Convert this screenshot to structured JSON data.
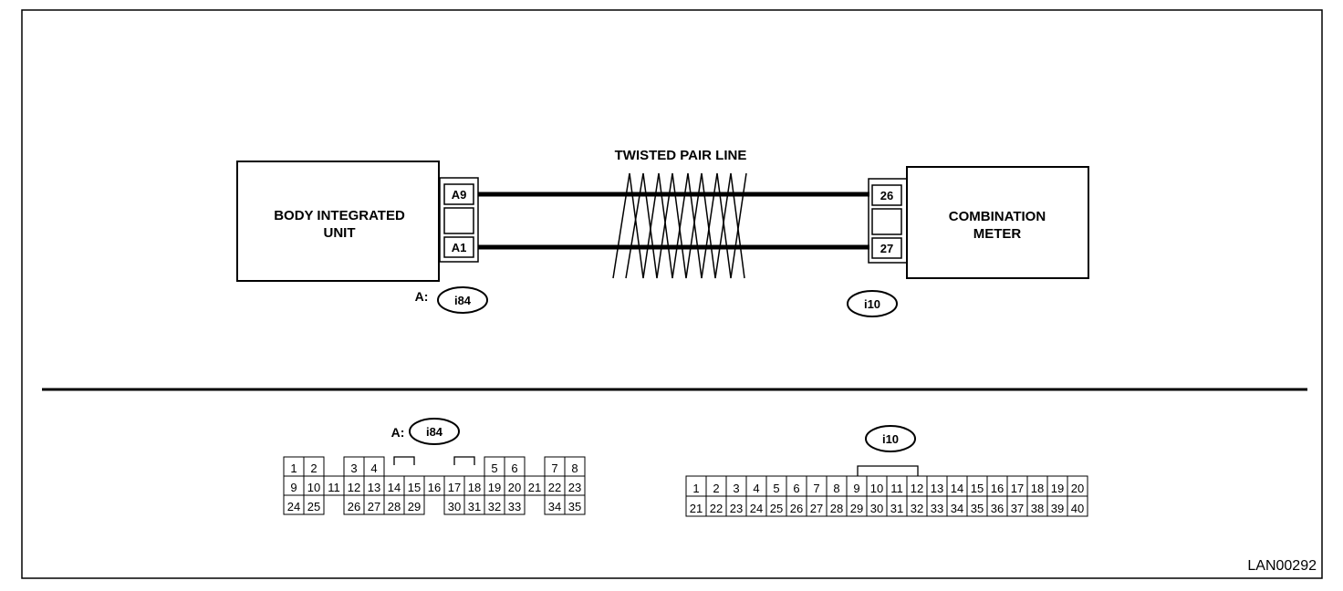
{
  "units": {
    "left": {
      "line1": "BODY INTEGRATED",
      "line2": "UNIT"
    },
    "right": {
      "line1": "COMBINATION",
      "line2": "METER"
    }
  },
  "twisted_pair_label": "TWISTED PAIR LINE",
  "left_connector": {
    "prefix": "A:",
    "id": "i84",
    "pins": [
      "A9",
      "A1"
    ],
    "layout": {
      "row1": [
        "1",
        "2",
        "",
        "3",
        "4",
        "",
        "",
        "",
        "",
        "",
        "5",
        "6",
        "",
        "7",
        "8"
      ],
      "row2": [
        "9",
        "10",
        "11",
        "12",
        "13",
        "14",
        "15",
        "16",
        "17",
        "18",
        "19",
        "20",
        "21",
        "22",
        "23"
      ],
      "row3": [
        "24",
        "25",
        "",
        "26",
        "27",
        "28",
        "29",
        "",
        "30",
        "31",
        "32",
        "33",
        "",
        "34",
        "35"
      ]
    }
  },
  "right_connector": {
    "id": "i10",
    "pins": [
      "26",
      "27"
    ],
    "layout": {
      "row1": [
        "1",
        "2",
        "3",
        "4",
        "5",
        "6",
        "7",
        "8",
        "9",
        "10",
        "11",
        "12",
        "13",
        "14",
        "15",
        "16",
        "17",
        "18",
        "19",
        "20"
      ],
      "row2": [
        "21",
        "22",
        "23",
        "24",
        "25",
        "26",
        "27",
        "28",
        "29",
        "30",
        "31",
        "32",
        "33",
        "34",
        "35",
        "36",
        "37",
        "38",
        "39",
        "40"
      ]
    }
  },
  "figure_code": "LAN00292"
}
